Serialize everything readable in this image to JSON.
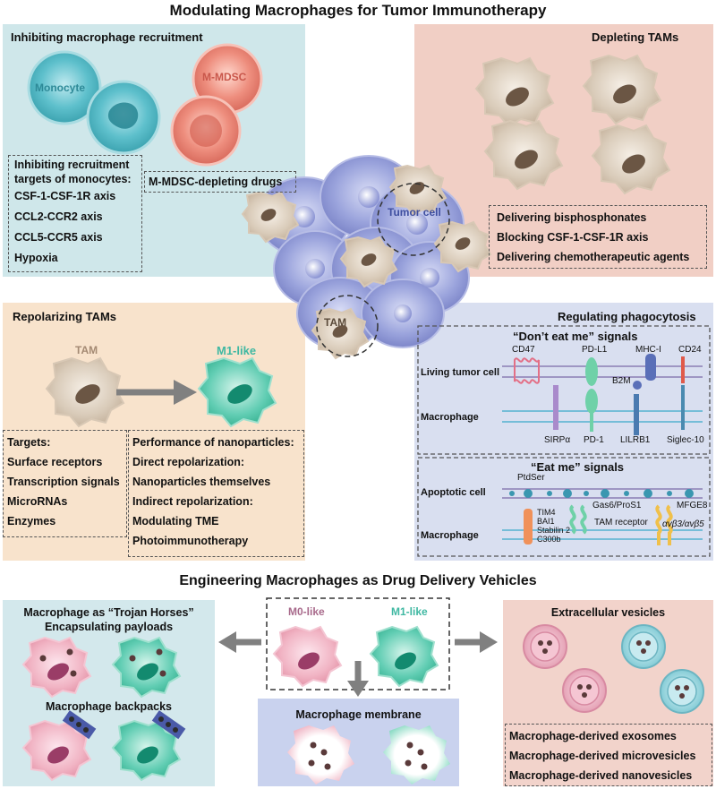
{
  "title": "Modulating Macrophages for Tumor Immunotherapy",
  "recruitment": {
    "title": "Inhibiting macrophage recruitment",
    "monocyte_label": "Monocyte",
    "mdsc_label": "M-MDSC",
    "targets": [
      "Inhibiting recruitment",
      "targets of monocytes:",
      "CSF-1-CSF-1R axis",
      "CCL2-CCR2 axis",
      "CCL5-CCR5 axis",
      "Hypoxia"
    ],
    "mdsc_drugs": "M-MDSC-depleting drugs"
  },
  "depleting": {
    "title": "Depleting TAMs",
    "items": [
      "Delivering bisphosphonates",
      "Blocking CSF-1-CSF-1R axis",
      "Delivering chemotherapeutic agents"
    ]
  },
  "center": {
    "tumor_cell_label": "Tumor cell",
    "tam_label": "TAM"
  },
  "repolarizing": {
    "title": "Repolarizing TAMs",
    "tam_label": "TAM",
    "m1_label": "M1-like",
    "targets": [
      "Targets:",
      "Surface receptors",
      "Transcription signals",
      "MicroRNAs",
      "Enzymes"
    ],
    "performance": [
      "Performance of nanoparticles:",
      "Direct repolarization:",
      "Nanoparticles themselves",
      "Indirect repolarization:",
      "Modulating TME",
      "Photoimmunotherapy"
    ]
  },
  "phagocytosis": {
    "title": "Regulating phagocytosis",
    "dont_eat": {
      "heading": "“Don’t eat me” signals",
      "living_cell": "Living tumor cell",
      "macrophage": "Macrophage",
      "labels": {
        "cd47": "CD47",
        "pdl1": "PD-L1",
        "mhc": "MHC-I",
        "cd24": "CD24",
        "b2m": "B2M",
        "sirpa": "SIRPα",
        "pd1": "PD-1",
        "lilrb1": "LILRB1",
        "siglec": "Siglec-10"
      }
    },
    "eat": {
      "heading": "“Eat me” signals",
      "apoptotic": "Apoptotic cell",
      "macrophage": "Macrophage",
      "labels": {
        "ptdser": "PtdSer",
        "gas6": "Gas6/ProS1",
        "mfge8": "MFGE8",
        "tim4": "TIM4",
        "bai1": "BAI1",
        "stabilin": "Stabilin 2",
        "c300b": "C300b",
        "tam_receptor": "TAM receptor",
        "integrin": "αvβ3/αvβ5"
      }
    }
  },
  "engineering": {
    "title": "Engineering Macrophages as Drug Delivery Vehicles",
    "trojan": {
      "title_line1": "Macrophage as “Trojan Horses”",
      "title_line2": "Encapsulating payloads",
      "backpacks": "Macrophage backpacks"
    },
    "m0_label": "M0-like",
    "m1_label": "M1-like",
    "membrane": "Macrophage membrane",
    "vesicles": {
      "title": "Extracellular vesicles",
      "items": [
        "Macrophage-derived exosomes",
        "Macrophage-derived microvesicles",
        "Macrophage-derived nanovesicles"
      ]
    }
  },
  "colors": {
    "recruit_bg": "#cfe7ea",
    "deplete_bg": "#f1cfc5",
    "repol_bg": "#f8e3cc",
    "phago_bg": "#d9dff0",
    "trojan_bg": "#d3e8ec",
    "membrane_bg": "#c9d2ee",
    "vesicle_bg": "#f2d3cb",
    "teal": "#3aa9b3",
    "tam_text": "#a48a73",
    "m1_text": "#3fb8a2",
    "m0_text": "#a86a8b"
  }
}
